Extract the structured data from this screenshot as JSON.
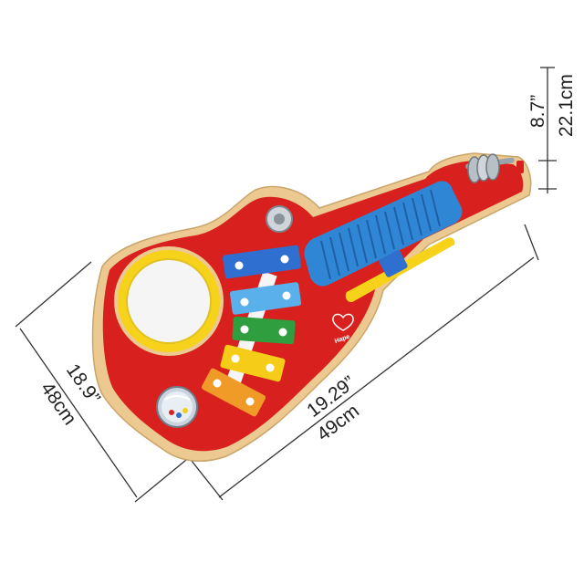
{
  "dimensions": {
    "height_in": "8.7”",
    "height_cm": "22.1cm",
    "width_in": "18.9”",
    "width_cm": "48cm",
    "length_in": "19.29”",
    "length_cm": "49cm"
  },
  "brand": {
    "logo_text": "Hape",
    "logo_icon": "heart-leaf-icon"
  },
  "colors": {
    "body_red": "#d8211e",
    "wood": "#ecc990",
    "neck_blue": "#2f86d4",
    "drum_yellow": "#f6d21a",
    "key_blue": "#2e6fcf",
    "key_lightblue": "#5ab0ea",
    "key_green": "#2e9e3e",
    "key_yellow": "#f5cd19",
    "key_orange": "#f09a27"
  }
}
